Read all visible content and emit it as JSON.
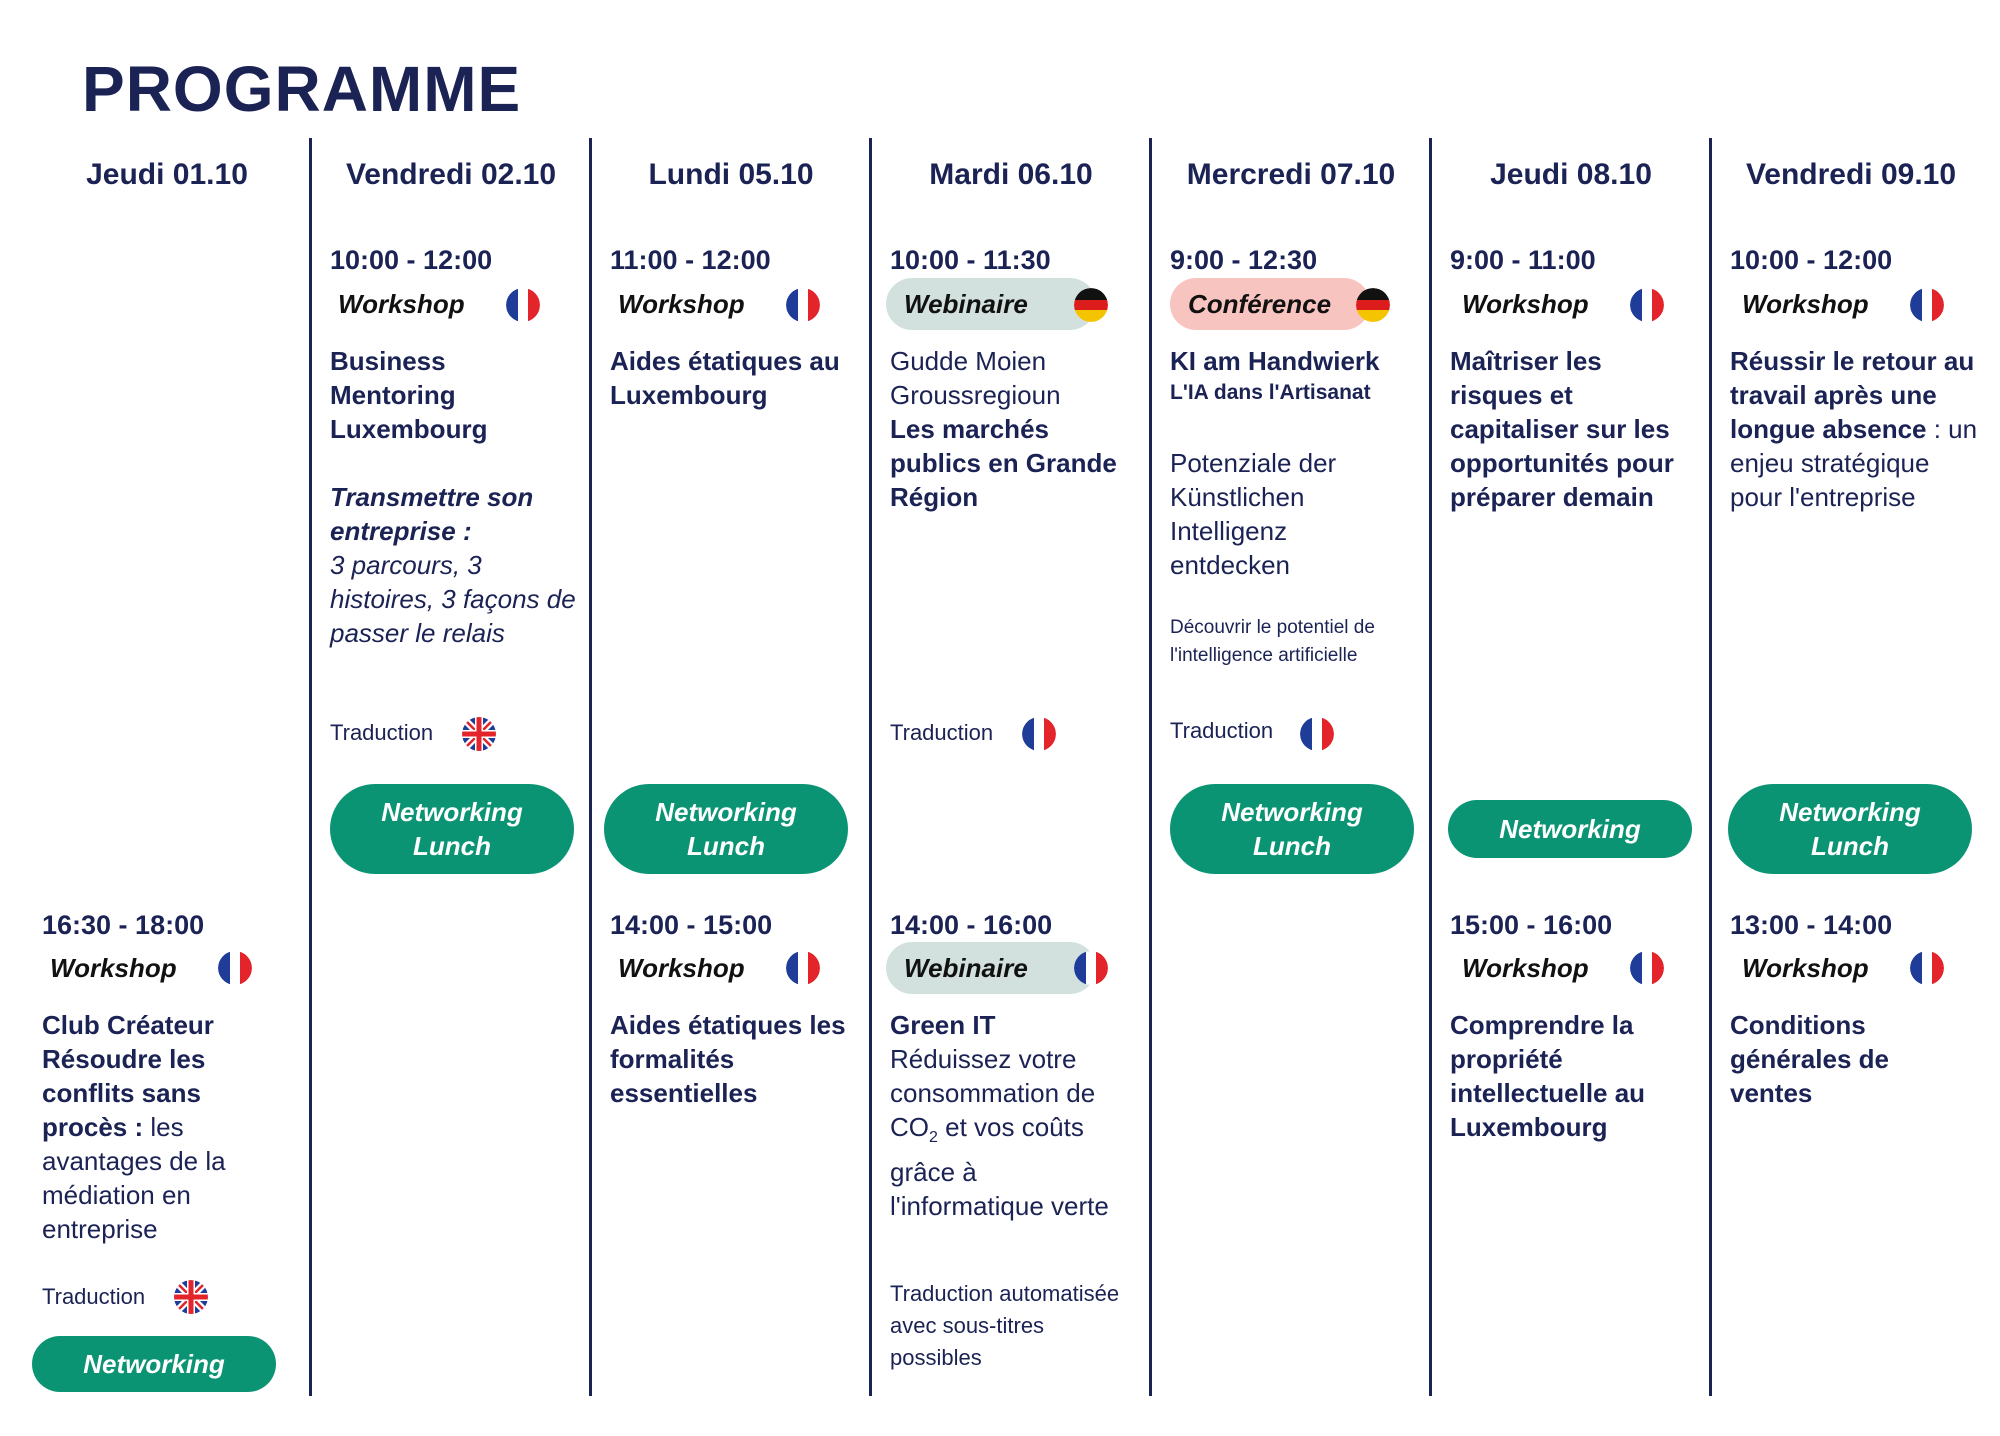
{
  "page_title": "PROGRAMME",
  "labels": {
    "traduction": "Traduction",
    "networking_lunch_1": "Networking",
    "networking_lunch_2": "Lunch",
    "networking": "Networking"
  },
  "days": [
    {
      "header": "Jeudi 01.10",
      "sessions": [
        {
          "time": "16:30 - 18:00",
          "type": "Workshop",
          "flag": "fr-flag-icon",
          "title_bold": "Club Créateur Résoudre les conflits sans procès :",
          "title_rest": " les avantages de la médiation en entreprise",
          "translation_flag": "uk-flag-icon"
        }
      ],
      "networking_bottom": "Networking"
    },
    {
      "header": "Vendredi 02.10",
      "sessions": [
        {
          "time": "10:00 - 12:00",
          "type": "Workshop",
          "flag": "fr-flag-icon",
          "title_bold": "Business Mentoring Luxembourg",
          "subtitle_bold_italic": "Transmettre son entreprise :",
          "subtitle_italic": "3 parcours, 3 histoires, 3 façons de passer le relais",
          "translation_flag": "uk-flag-icon"
        }
      ]
    },
    {
      "header": "Lundi 05.10",
      "sessions": [
        {
          "time": "11:00 - 12:00",
          "type": "Workshop",
          "flag": "fr-flag-icon",
          "title_bold": "Aides étatiques au Luxembourg"
        },
        {
          "time": "14:00 - 15:00",
          "type": "Workshop",
          "flag": "fr-flag-icon",
          "title_bold": "Aides étatiques les formalités essentielles"
        }
      ]
    },
    {
      "header": "Mardi 06.10",
      "sessions": [
        {
          "time": "10:00 - 11:30",
          "type": "Webinaire",
          "flag": "de-flag-icon",
          "title_regular": "Gudde Moien Groussregioun !",
          "title_bold": "Les marchés publics en Grande Région",
          "translation_flag": "fr-flag-icon"
        },
        {
          "time": "14:00 - 16:00",
          "type": "Webinaire",
          "flag": "fr-flag-icon",
          "title_bold": "Green IT",
          "title_rest_a": "Réduissez votre consommation de CO",
          "title_sub": "2",
          "title_rest_b": " et vos coûts grâce à l'informatique verte",
          "note": "Traduction automatisée avec sous-titres possibles"
        }
      ]
    },
    {
      "header": "Mercredi 07.10",
      "sessions": [
        {
          "time": "9:00 - 12:30",
          "type": "Conférence",
          "flag": "de-flag-icon",
          "title_bold": "KI am Handwierk",
          "title_bold_small": "L'IA dans l'Artisanat",
          "body": "Potenziale der Künstlichen Intelligenz entdecken",
          "note_small": "Découvrir le potentiel de l'intelligence artificielle",
          "translation_flag": "fr-flag-icon"
        }
      ]
    },
    {
      "header": "Jeudi 08.10",
      "sessions": [
        {
          "time": "9:00 - 11:00",
          "type": "Workshop",
          "flag": "fr-flag-icon",
          "title_bold": "Maîtriser les risques et capitaliser sur les opportunités pour préparer demain"
        },
        {
          "time": "15:00 - 16:00",
          "type": "Workshop",
          "flag": "fr-flag-icon",
          "title_bold": "Comprendre la propriété intellectuelle au Luxembourg"
        }
      ]
    },
    {
      "header": "Vendredi 09.10",
      "sessions": [
        {
          "time": "10:00 - 12:00",
          "type": "Workshop",
          "flag": "fr-flag-icon",
          "title_bold": "Réussir le retour au travail après une longue absence",
          "title_rest": " : un enjeu stratégique pour l'entreprise"
        },
        {
          "time": "13:00 - 14:00",
          "type": "Workshop",
          "flag": "fr-flag-icon",
          "title_bold": "Conditions générales de ventes"
        }
      ]
    }
  ],
  "colors": {
    "navy": "#1b2254",
    "green": "#0b9474",
    "webinaire_pill": "#d3e1de",
    "conference_pill": "#f8c4c0"
  }
}
